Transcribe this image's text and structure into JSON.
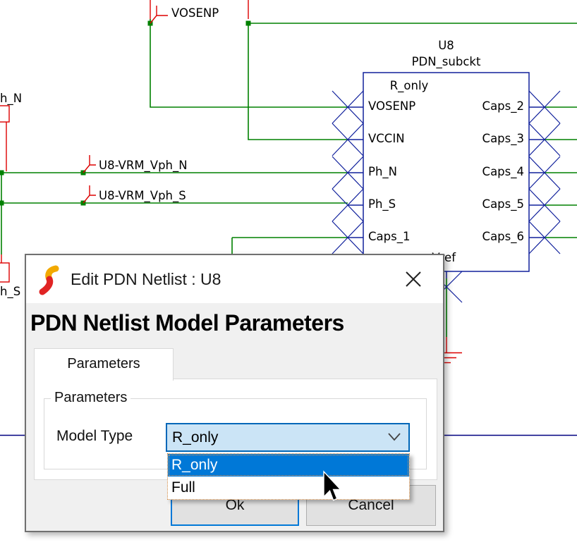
{
  "schematic": {
    "labels": {
      "vosenp_flag": "VOSENP",
      "vrm_vph_n": "U8-VRM_Vph_N",
      "vrm_vph_s": "U8-VRM_Vph_S",
      "partial_left_top": "h_N",
      "partial_left_bottom": "h_S"
    },
    "component": {
      "refdes": "U8",
      "model": "PDN_subckt",
      "variant": "R_only",
      "left_pins": [
        "VOSENP",
        "VCCIN",
        "Ph_N",
        "Ph_S",
        "Caps_1"
      ],
      "right_pins": [
        "Caps_2",
        "Caps_3",
        "Caps_4",
        "Caps_5",
        "Caps_6"
      ],
      "bottom_pin": "Vref"
    },
    "colors": {
      "wire_green": "#008000",
      "bus_blue": "#000080",
      "symbol_navy": "#10209c",
      "flag_red": "#dd0000"
    }
  },
  "dialog": {
    "title": "Edit PDN Netlist : U8",
    "heading": "PDN Netlist Model Parameters",
    "tab_label": "Parameters",
    "group_label": "Parameters",
    "field_label": "Model Type",
    "combo_value": "R_only",
    "options": [
      "R_only",
      "Full"
    ],
    "ok_label": "Ok",
    "cancel_label": "Cancel",
    "colors": {
      "accent": "#0078d7",
      "combo_fill": "#cbe4f6",
      "combo_border": "#0067b8",
      "selection_bg": "#0078d7",
      "focus_dotted": "#d0853c",
      "body_gray": "#f0f0f0"
    },
    "icons": {
      "app": "s-swoosh (yellow/red)",
      "close": "x-cross",
      "chevron": "chevron-down"
    }
  }
}
